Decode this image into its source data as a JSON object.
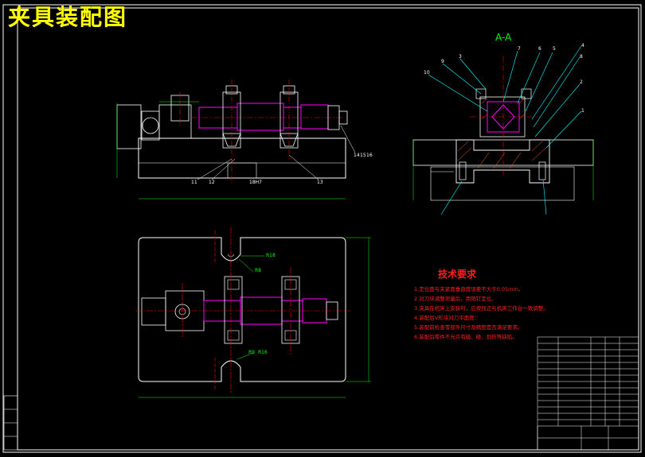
{
  "title": "夹具装配图",
  "section_label": "A-A",
  "tech_requirements": {
    "heading": "技术要求",
    "items": [
      "1.定位面与夹紧面垂直度误差不大于0.05mm。",
      "2.对刀块调整测量后，用销钉定位。",
      "3.夹具在机床上安装时，应按找正与机床工作台一致调整。",
      "4.装配后V形块对刀平面度：",
      "5.装配前检查零部件尺寸及精度是否满足要求。",
      "6.装配后零件不允许有磕、碰、划伤等缺陷。"
    ]
  },
  "dimension_labels": {
    "r18": "R18",
    "r8": "R8",
    "r9": "R9",
    "r16": "R16",
    "h7": "18H7"
  },
  "balloons": [
    "1",
    "2",
    "3",
    "4",
    "5",
    "6",
    "7",
    "8",
    "9",
    "10",
    "11",
    "12",
    "13",
    "14",
    "15",
    "16"
  ],
  "colors": {
    "background": "#000000",
    "outline": "#ffffff",
    "dimension": "#00ff00",
    "part": "#ff00ff",
    "text_red": "#ff2020",
    "center_line": "#ff0000",
    "title": "#ffff00",
    "section": "#00ffff"
  }
}
